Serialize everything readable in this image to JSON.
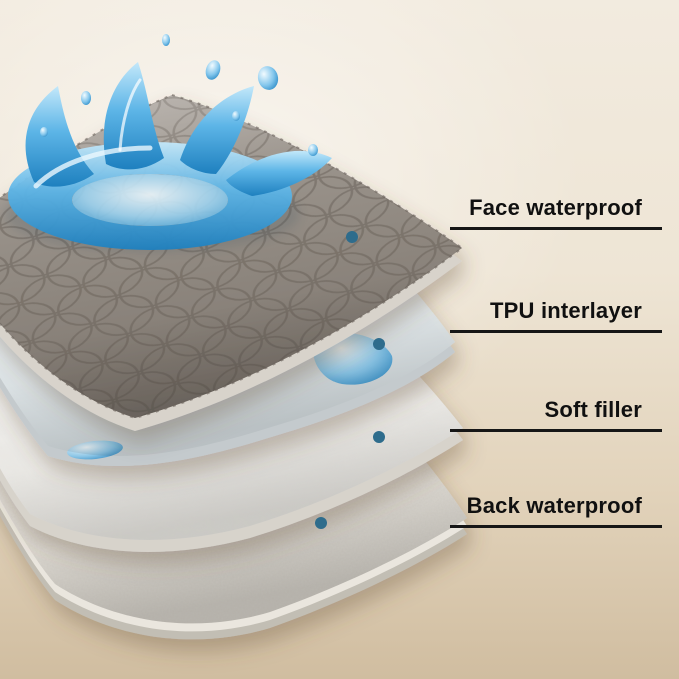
{
  "scene": {
    "background_top": "#f2ebdf",
    "background_bottom": "#d0bda0"
  },
  "callouts": {
    "dot_color": "#2e6c8c",
    "line_color": "#161616",
    "text_color": "#101010",
    "items": [
      {
        "label": "Face waterproof"
      },
      {
        "label": "TPU interlayer"
      },
      {
        "label": "Soft filler"
      },
      {
        "label": "Back waterproof"
      }
    ]
  },
  "layers": [
    {
      "name": "Face waterproof",
      "surface_color": "#948d85"
    },
    {
      "name": "TPU interlayer",
      "surface_color": "#eef1f2"
    },
    {
      "name": "Soft filler",
      "surface_color": "#f4f3f0"
    },
    {
      "name": "Back waterproof",
      "surface_color": "#e7e4de"
    }
  ],
  "splash": {
    "water_color": "#3f9fd8"
  }
}
